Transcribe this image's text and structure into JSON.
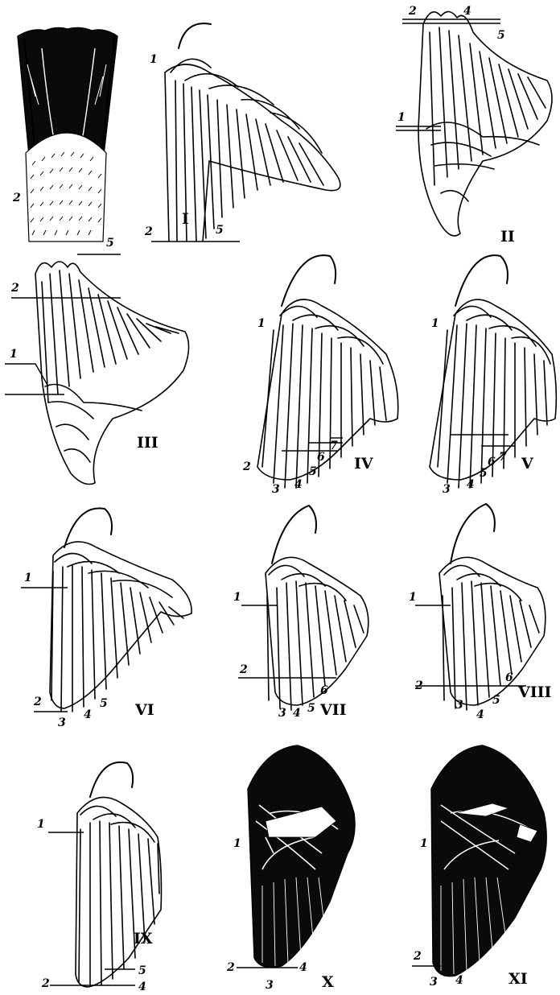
{
  "figures": [
    {
      "roman": "I",
      "labels": [
        "1",
        "2",
        "2",
        "5"
      ]
    },
    {
      "roman": "II",
      "labels": [
        "2",
        "4",
        "5",
        "1"
      ]
    },
    {
      "roman": "III",
      "labels": [
        "5",
        "2",
        "1"
      ]
    },
    {
      "roman": "IV",
      "labels": [
        "1",
        "2",
        "3",
        "4",
        "5",
        "6",
        "7"
      ]
    },
    {
      "roman": "V",
      "labels": [
        "1",
        "3",
        "4",
        "5",
        "6",
        "7"
      ]
    },
    {
      "roman": "VI",
      "labels": [
        "1",
        "2",
        "3",
        "4",
        "5"
      ]
    },
    {
      "roman": "VII",
      "labels": [
        "1",
        "2",
        "3",
        "4",
        "5",
        "6"
      ]
    },
    {
      "roman": "VIII",
      "labels": [
        "1",
        "2",
        "3",
        "4",
        "5",
        "6"
      ]
    },
    {
      "roman": "IX",
      "labels": [
        "1",
        "5",
        "2",
        "4"
      ]
    },
    {
      "roman": "X",
      "labels": [
        "1",
        "2",
        "3",
        "4"
      ]
    },
    {
      "roman": "XI",
      "labels": [
        "1",
        "2",
        "3",
        "4"
      ]
    }
  ]
}
